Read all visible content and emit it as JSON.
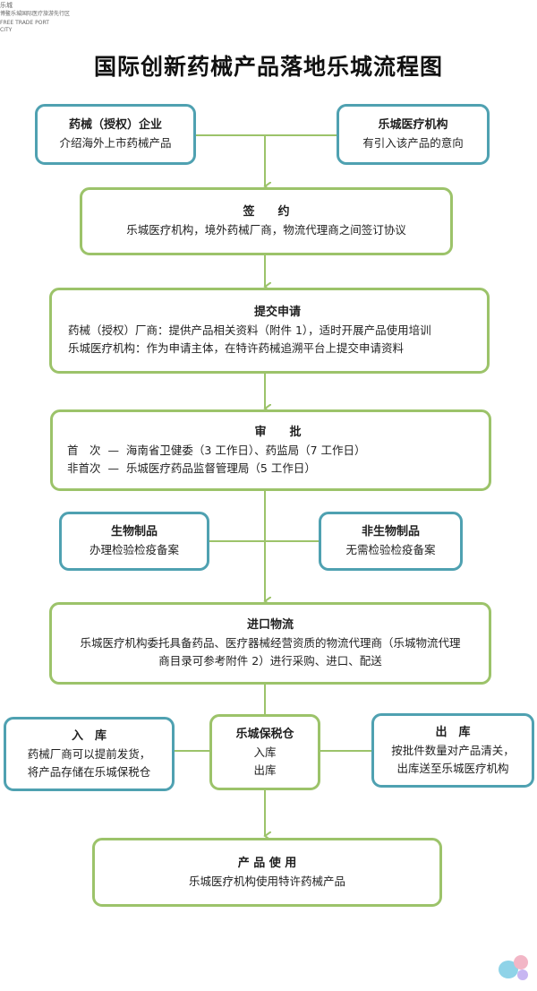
{
  "logo": {
    "line1": "乐城",
    "line2": "博鳌乐城国际医疗旅游先行区",
    "line3": "FREE TRADE PORT",
    "line4": "CITY"
  },
  "title": "国际创新药械产品落地乐城流程图",
  "nodes": {
    "enterprise": {
      "title": "药械（授权）企业",
      "desc": "介绍海外上市药械产品"
    },
    "institution": {
      "title": "乐城医疗机构",
      "desc": "有引入该产品的意向"
    },
    "sign": {
      "title": "签　　约",
      "desc": "乐城医疗机构，境外药械厂商，物流代理商之间签订协议"
    },
    "submit": {
      "title": "提交申请",
      "line1": "药械（授权）厂商：提供产品相关资料（附件 1），适时开展产品使用培训",
      "line2": "乐城医疗机构：作为申请主体，在特许药械追溯平台上提交申请资料"
    },
    "approve": {
      "title": "审　　批",
      "line1": "首　次  —  海南省卫健委（3 工作日）、药监局（7 工作日）",
      "line2": "非首次  —  乐城医疗药品监督管理局（5 工作日）"
    },
    "bio": {
      "title": "生物制品",
      "desc": "办理检验检疫备案"
    },
    "nonbio": {
      "title": "非生物制品",
      "desc": "无需检验检疫备案"
    },
    "import": {
      "title": "进口物流",
      "line1": "乐城医疗机构委托具备药品、医疗器械经营资质的物流代理商（乐城物流代理",
      "line2": "商目录可参考附件 2）进行采购、进口、配送"
    },
    "inbound": {
      "title": "入　库",
      "line1": "药械厂商可以提前发货，",
      "line2": "将产品存储在乐城保税仓"
    },
    "warehouse": {
      "title": "乐城保税仓",
      "line1": "入库",
      "line2": "出库"
    },
    "outbound": {
      "title": "出　库",
      "line1": "按批件数量对产品清关，",
      "line2": "出库送至乐城医疗机构"
    },
    "use": {
      "title": "产 品 使 用",
      "desc": "乐城医疗机构使用特许药械产品"
    }
  },
  "colors": {
    "green": "#9cc36a",
    "blue": "#4fa1b1"
  }
}
